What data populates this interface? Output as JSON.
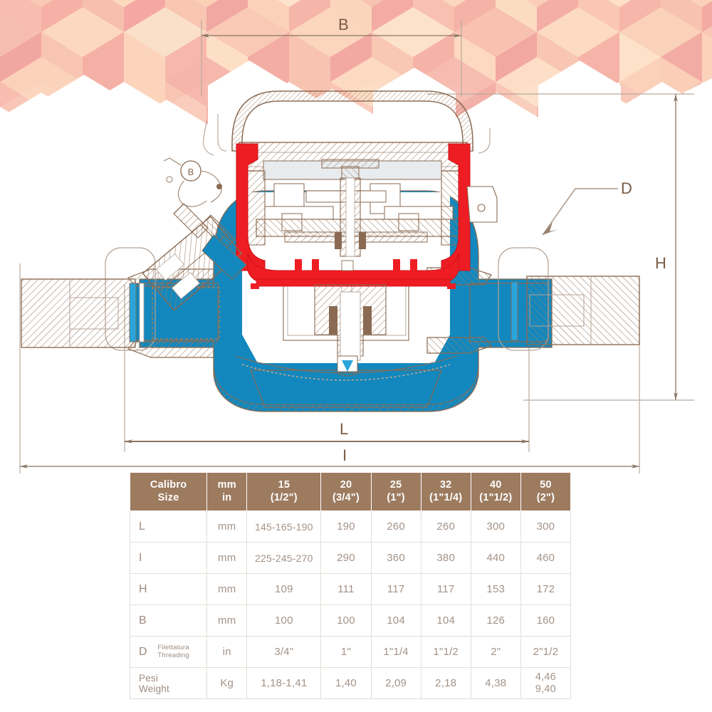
{
  "document": {
    "type": "technical-drawing",
    "subject": "multi-jet water meter cross-section with dimension table"
  },
  "dimension_labels": {
    "B": "B",
    "D": "D",
    "H": "H",
    "L": "L",
    "I": "I"
  },
  "drawing": {
    "seal_marker": "B",
    "colors": {
      "body_water_blue": "#1288be",
      "measuring_chamber_red": "#ee1d23",
      "outline_brown": "#8a6a52",
      "hatch_brown": "#9c7b62",
      "dimension_line": "#8a7563"
    }
  },
  "background": {
    "pattern": "isometric-hexagon-cubes",
    "colors": [
      "#f7c9b6",
      "#fbd9bf",
      "#f3b3ab",
      "#fac9a8",
      "#f6bdb0",
      "#fde2c9"
    ]
  },
  "table": {
    "header_bg": "#9d7b5f",
    "header_text_color": "#ffffff",
    "body_text_color": "#a39287",
    "columns": [
      {
        "label_it": "Calibro",
        "label_en": "Size"
      },
      {
        "label_it": "mm",
        "label_en": "in"
      },
      {
        "label_it": "15",
        "label_en": "(1/2\")"
      },
      {
        "label_it": "20",
        "label_en": "(3/4\")"
      },
      {
        "label_it": "25",
        "label_en": "(1\")"
      },
      {
        "label_it": "32",
        "label_en": "(1\"1/4)"
      },
      {
        "label_it": "40",
        "label_en": "(1\"1/2)"
      },
      {
        "label_it": "50",
        "label_en": "(2\")"
      }
    ],
    "rows": [
      {
        "label": "L",
        "label_sub_it": "",
        "label_sub_en": "",
        "unit": "mm",
        "values": [
          "145-165-190",
          "190",
          "260",
          "260",
          "300",
          "300"
        ]
      },
      {
        "label": "I",
        "label_sub_it": "",
        "label_sub_en": "",
        "unit": "mm",
        "values": [
          "225-245-270",
          "290",
          "360",
          "380",
          "440",
          "460"
        ]
      },
      {
        "label": "H",
        "label_sub_it": "",
        "label_sub_en": "",
        "unit": "mm",
        "values": [
          "109",
          "111",
          "117",
          "117",
          "153",
          "172"
        ]
      },
      {
        "label": "B",
        "label_sub_it": "",
        "label_sub_en": "",
        "unit": "mm",
        "values": [
          "100",
          "100",
          "104",
          "104",
          "126",
          "160"
        ]
      },
      {
        "label": "D",
        "label_sub_it": "Filettatura",
        "label_sub_en": "Threading",
        "unit": "in",
        "values": [
          "3/4\"",
          "1\"",
          "1\"1/4",
          "1\"1/2",
          "2\"",
          "2\"1/2"
        ]
      },
      {
        "label": "",
        "label_sub_it": "Pesi",
        "label_sub_en": "Weight",
        "unit": "Kg",
        "values": [
          "1,18-1,41",
          "1,40",
          "2,09",
          "2,18",
          "4,38",
          "4,46\n9,40"
        ]
      }
    ]
  }
}
